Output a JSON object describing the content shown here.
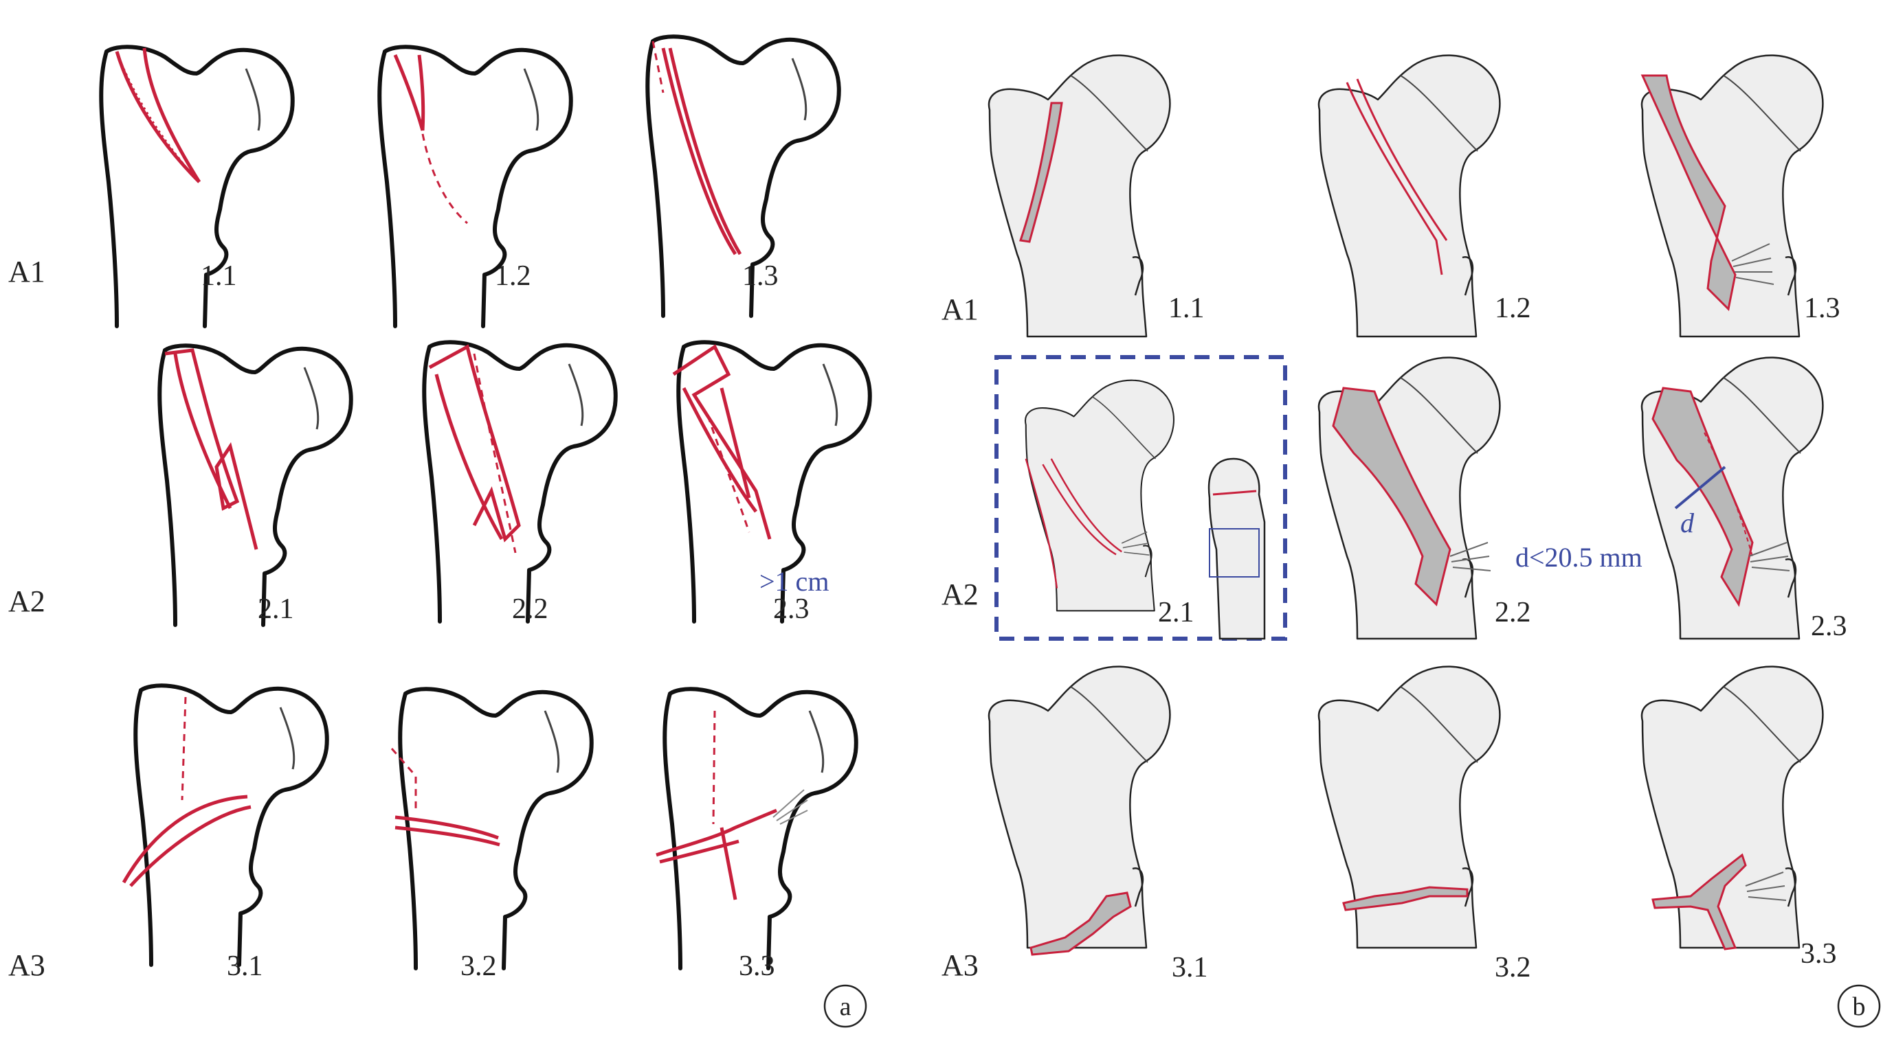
{
  "panels": [
    {
      "id": "a",
      "label": "a",
      "style": "sketch",
      "row_labels": [
        "A1",
        "A2",
        "A3"
      ],
      "cells": [
        {
          "code": "1.1",
          "row": 0,
          "col": 0
        },
        {
          "code": "1.2",
          "row": 0,
          "col": 1
        },
        {
          "code": "1.3",
          "row": 0,
          "col": 2
        },
        {
          "code": "2.1",
          "row": 1,
          "col": 0
        },
        {
          "code": "2.2",
          "row": 1,
          "col": 1
        },
        {
          "code": "2.3",
          "row": 1,
          "col": 2
        },
        {
          "code": "3.1",
          "row": 2,
          "col": 0
        },
        {
          "code": "3.2",
          "row": 2,
          "col": 1
        },
        {
          "code": "3.3",
          "row": 2,
          "col": 2
        }
      ],
      "annotations": [
        {
          "text": ">1 cm",
          "color": "#3b4aa0"
        }
      ]
    },
    {
      "id": "b",
      "label": "b",
      "style": "rendered",
      "row_labels": [
        "A1",
        "A2",
        "A3"
      ],
      "cells": [
        {
          "code": "1.1",
          "row": 0,
          "col": 0
        },
        {
          "code": "1.2",
          "row": 0,
          "col": 1
        },
        {
          "code": "1.3",
          "row": 0,
          "col": 2
        },
        {
          "code": "2.1",
          "row": 1,
          "col": 0,
          "highlighted": true
        },
        {
          "code": "2.2",
          "row": 1,
          "col": 1
        },
        {
          "code": "2.3",
          "row": 1,
          "col": 2
        },
        {
          "code": "3.1",
          "row": 2,
          "col": 0
        },
        {
          "code": "3.2",
          "row": 2,
          "col": 1
        },
        {
          "code": "3.3",
          "row": 2,
          "col": 2
        }
      ],
      "annotations": [
        {
          "text": "d",
          "color": "#3b4aa0"
        },
        {
          "text": "d<20.5 mm",
          "color": "#3b4aa0"
        }
      ]
    }
  ],
  "colors": {
    "fracture": "#c8203c",
    "bone_outline": "#111111",
    "bone_fill": "#eeeeee",
    "fragment_fill": "#b8b8b8",
    "annotation": "#3b4aa0",
    "label": "#222222"
  }
}
